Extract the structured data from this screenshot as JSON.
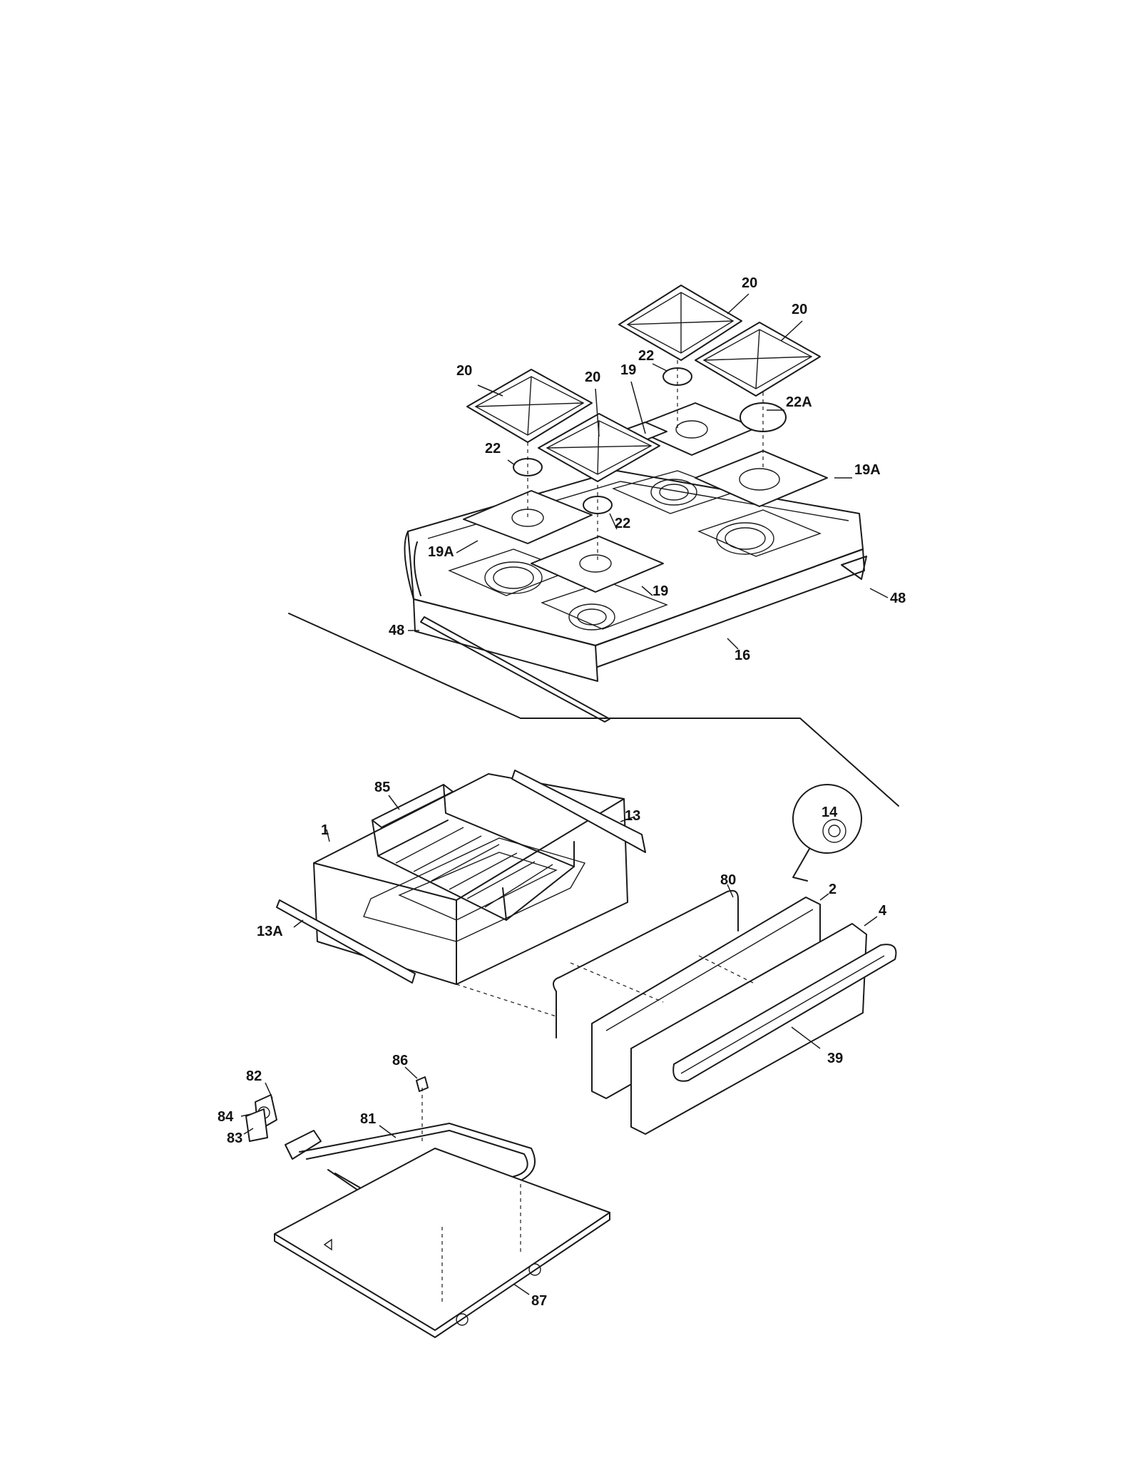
{
  "diagram": {
    "labels": {
      "grate_top_left": "20",
      "grate_top_right": "20",
      "grate_left": "20",
      "grate_center": "20",
      "cap_top": "22",
      "cap_large": "22A",
      "cap_left": "22",
      "cap_center": "22",
      "gasket_center": "19",
      "gasket_right_a": "19A",
      "gasket_left_a": "19A",
      "gasket_front": "19",
      "trim_right": "48",
      "trim_left": "48",
      "cooktop": "16",
      "rack": "85",
      "slide_right": "13",
      "drawer_body": "1",
      "slide_left": "13A",
      "knob_detail": "14",
      "gasket_drawer": "80",
      "drawer_front": "2",
      "drawer_panel": "4",
      "handle": "39",
      "element_bracket": "82",
      "terminal_block": "84",
      "bracket_clip": "83",
      "clip": "86",
      "bake_element": "81",
      "bottom_panel": "87"
    }
  }
}
